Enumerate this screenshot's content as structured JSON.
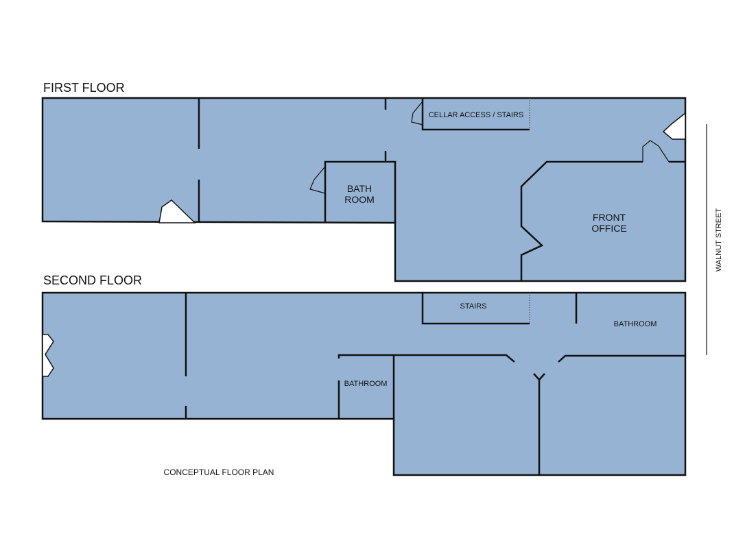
{
  "first_floor": {
    "heading": "FIRST FLOOR",
    "rooms": {
      "cellar": "CELLAR ACCESS / STAIRS",
      "bath_line1": "BATH",
      "bath_line2": "ROOM",
      "office_line1": "FRONT",
      "office_line2": "OFFICE"
    }
  },
  "second_floor": {
    "heading": "SECOND FLOOR",
    "rooms": {
      "stairs": "STAIRS",
      "bathroom_right": "BATHROOM",
      "bathroom_left": "BATHROOM"
    }
  },
  "street_label": "WALNUT STREET",
  "caption": "CONCEPTUAL FLOOR PLAN",
  "colors": {
    "floor_fill": "#96b3d3",
    "wall": "#111111",
    "background": "#ffffff"
  }
}
